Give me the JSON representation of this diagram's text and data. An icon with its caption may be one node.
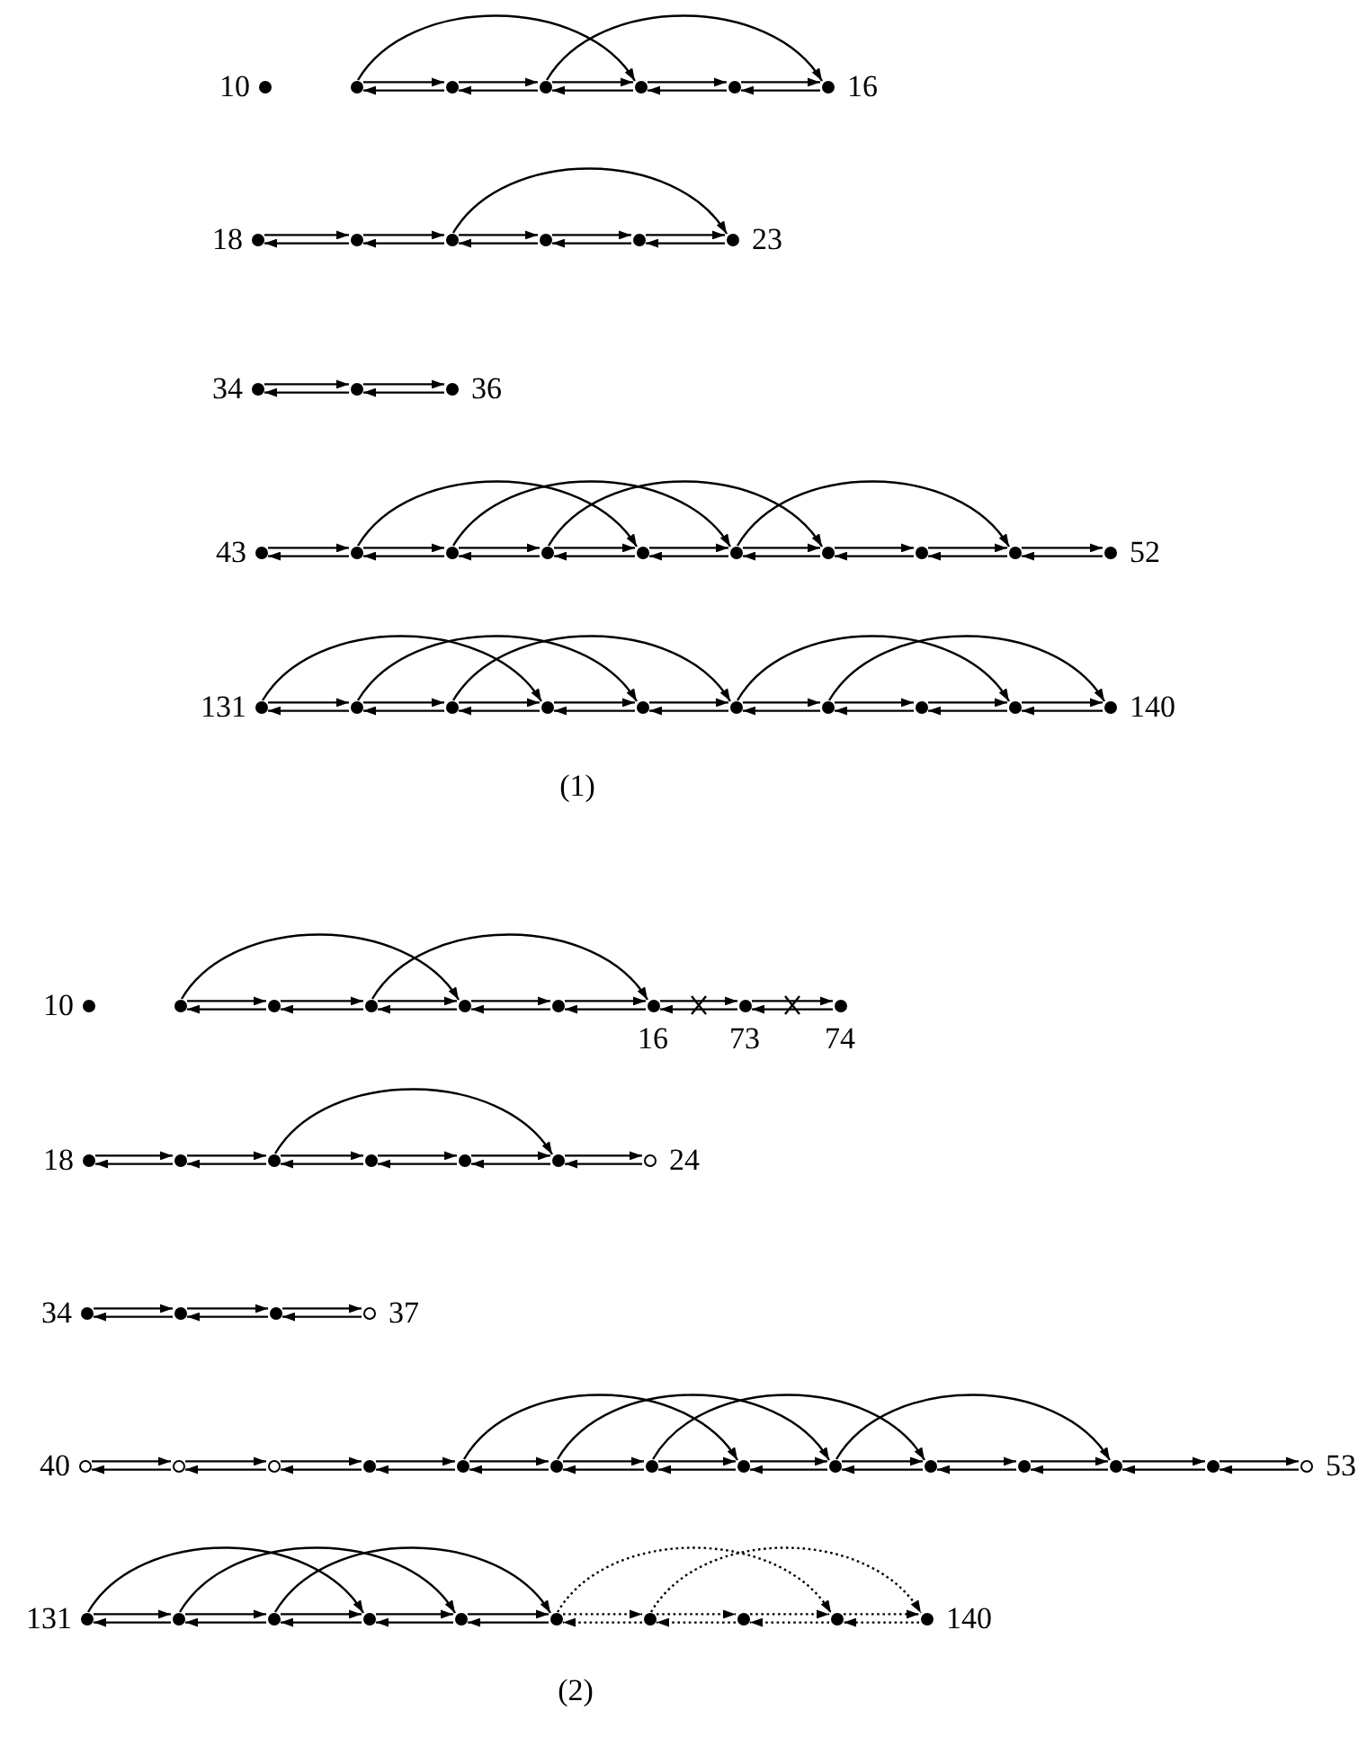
{
  "diagram": {
    "nodes": [
      {
        "text": [],
        "shape": "dot",
        "beside": [
          "10"
        ]
      },
      {
        "text": [],
        "shape": "dot"
      },
      {
        "text": [],
        "shape": "dot"
      },
      {
        "text": [],
        "shape": "dot"
      },
      {
        "text": [],
        "shape": "dot"
      },
      {
        "text": [],
        "shape": "dot"
      },
      {
        "text": [],
        "shape": "dot",
        "beside": [
          "16"
        ]
      },
      {
        "text": [],
        "shape": "dot",
        "beside": [
          "18"
        ]
      },
      {
        "text": [],
        "shape": "dot"
      },
      {
        "text": [],
        "shape": "dot"
      },
      {
        "text": [],
        "shape": "dot"
      },
      {
        "text": [],
        "shape": "dot"
      },
      {
        "text": [],
        "shape": "dot",
        "beside": [
          "23"
        ]
      },
      {
        "text": [],
        "shape": "dot",
        "beside": [
          "34"
        ]
      },
      {
        "text": [],
        "shape": "dot"
      },
      {
        "text": [],
        "shape": "dot",
        "beside": [
          "36"
        ]
      },
      {
        "text": [],
        "shape": "dot",
        "beside": [
          "43"
        ]
      },
      {
        "text": [],
        "shape": "dot"
      },
      {
        "text": [],
        "shape": "dot"
      },
      {
        "text": [],
        "shape": "dot"
      },
      {
        "text": [],
        "shape": "dot"
      },
      {
        "text": [],
        "shape": "dot"
      },
      {
        "text": [],
        "shape": "dot"
      },
      {
        "text": [],
        "shape": "dot"
      },
      {
        "text": [],
        "shape": "dot"
      },
      {
        "text": [],
        "shape": "dot",
        "beside": [
          "52"
        ]
      },
      {
        "text": [],
        "shape": "dot",
        "beside": [
          "131"
        ]
      },
      {
        "text": [],
        "shape": "dot"
      },
      {
        "text": [],
        "shape": "dot"
      },
      {
        "text": [],
        "shape": "dot"
      },
      {
        "text": [],
        "shape": "dot"
      },
      {
        "text": [],
        "shape": "dot"
      },
      {
        "text": [],
        "shape": "dot"
      },
      {
        "text": [],
        "shape": "dot"
      },
      {
        "text": [],
        "shape": "dot"
      },
      {
        "text": [],
        "shape": "dot",
        "beside": [
          "140"
        ]
      },
      {
        "text": [],
        "shape": "dot",
        "beside": [
          "10"
        ]
      },
      {
        "text": [],
        "shape": "dot"
      },
      {
        "text": [],
        "shape": "dot"
      },
      {
        "text": [],
        "shape": "dot"
      },
      {
        "text": [],
        "shape": "dot"
      },
      {
        "text": [],
        "shape": "dot"
      },
      {
        "text": [],
        "shape": "dot",
        "beside": [
          "16"
        ]
      },
      {
        "text": [],
        "shape": "dot",
        "beside": [
          "73"
        ]
      },
      {
        "text": [],
        "shape": "dot",
        "beside": [
          "74"
        ]
      },
      {
        "text": [],
        "shape": "dot",
        "beside": [
          "18"
        ]
      },
      {
        "text": [],
        "shape": "dot"
      },
      {
        "text": [],
        "shape": "dot"
      },
      {
        "text": [],
        "shape": "dot"
      },
      {
        "text": [],
        "shape": "dot"
      },
      {
        "text": [],
        "shape": "dot"
      },
      {
        "text": [],
        "shape": "circle",
        "beside": [
          "24"
        ]
      },
      {
        "text": [],
        "shape": "dot",
        "beside": [
          "34"
        ]
      },
      {
        "text": [],
        "shape": "dot"
      },
      {
        "text": [],
        "shape": "dot"
      },
      {
        "text": [],
        "shape": "circle",
        "beside": [
          "37"
        ]
      },
      {
        "text": [],
        "shape": "circle",
        "beside": [
          "40"
        ]
      },
      {
        "text": [],
        "shape": "circle"
      },
      {
        "text": [],
        "shape": "circle"
      },
      {
        "text": [],
        "shape": "dot"
      },
      {
        "text": [],
        "shape": "dot"
      },
      {
        "text": [],
        "shape": "dot"
      },
      {
        "text": [],
        "shape": "dot"
      },
      {
        "text": [],
        "shape": "dot"
      },
      {
        "text": [],
        "shape": "dot"
      },
      {
        "text": [],
        "shape": "dot"
      },
      {
        "text": [],
        "shape": "dot"
      },
      {
        "text": [],
        "shape": "dot"
      },
      {
        "text": [],
        "shape": "dot"
      },
      {
        "text": [],
        "shape": "circle",
        "beside": [
          "53"
        ]
      },
      {
        "text": [],
        "shape": "dot",
        "beside": [
          "131"
        ]
      },
      {
        "text": [],
        "shape": "dot"
      },
      {
        "text": [],
        "shape": "dot"
      },
      {
        "text": [],
        "shape": "dot"
      },
      {
        "text": [],
        "shape": "dot"
      },
      {
        "text": [],
        "shape": "dot"
      },
      {
        "text": [],
        "shape": "dot"
      },
      {
        "text": [],
        "shape": "dot"
      },
      {
        "text": [],
        "shape": "dot"
      },
      {
        "text": [],
        "shape": "dot",
        "beside": [
          "140"
        ]
      }
    ],
    "edges": [
      {
        "from": 1,
        "to": 2,
        "arrow": "to"
      },
      {
        "from": 2,
        "to": 1,
        "arrow": "to"
      },
      {
        "from": 2,
        "to": 3,
        "arrow": "to"
      },
      {
        "from": 3,
        "to": 2,
        "arrow": "to"
      },
      {
        "from": 3,
        "to": 4,
        "arrow": "to"
      },
      {
        "from": 4,
        "to": 3,
        "arrow": "to"
      },
      {
        "from": 4,
        "to": 5,
        "arrow": "to"
      },
      {
        "from": 5,
        "to": 4,
        "arrow": "to"
      },
      {
        "from": 5,
        "to": 6,
        "arrow": "to"
      },
      {
        "from": 6,
        "to": 5,
        "arrow": "to"
      },
      {
        "from": 1,
        "to": 4,
        "arrow": "to"
      },
      {
        "from": 3,
        "to": 6,
        "arrow": "to"
      },
      {
        "from": 7,
        "to": 8,
        "arrow": "to"
      },
      {
        "from": 8,
        "to": 7,
        "arrow": "to"
      },
      {
        "from": 8,
        "to": 9,
        "arrow": "to"
      },
      {
        "from": 9,
        "to": 8,
        "arrow": "to"
      },
      {
        "from": 9,
        "to": 10,
        "arrow": "to"
      },
      {
        "from": 10,
        "to": 9,
        "arrow": "to"
      },
      {
        "from": 10,
        "to": 11,
        "arrow": "to"
      },
      {
        "from": 11,
        "to": 10,
        "arrow": "to"
      },
      {
        "from": 11,
        "to": 12,
        "arrow": "to"
      },
      {
        "from": 12,
        "to": 11,
        "arrow": "to"
      },
      {
        "from": 9,
        "to": 12,
        "arrow": "to"
      },
      {
        "from": 13,
        "to": 14,
        "arrow": "to"
      },
      {
        "from": 14,
        "to": 13,
        "arrow": "to"
      },
      {
        "from": 14,
        "to": 15,
        "arrow": "to"
      },
      {
        "from": 15,
        "to": 14,
        "arrow": "to"
      },
      {
        "from": 16,
        "to": 17,
        "arrow": "to"
      },
      {
        "from": 17,
        "to": 16,
        "arrow": "to"
      },
      {
        "from": 17,
        "to": 18,
        "arrow": "to"
      },
      {
        "from": 18,
        "to": 17,
        "arrow": "to"
      },
      {
        "from": 18,
        "to": 19,
        "arrow": "to"
      },
      {
        "from": 19,
        "to": 18,
        "arrow": "to"
      },
      {
        "from": 19,
        "to": 20,
        "arrow": "to"
      },
      {
        "from": 20,
        "to": 19,
        "arrow": "to"
      },
      {
        "from": 20,
        "to": 21,
        "arrow": "to"
      },
      {
        "from": 21,
        "to": 20,
        "arrow": "to"
      },
      {
        "from": 21,
        "to": 22,
        "arrow": "to"
      },
      {
        "from": 22,
        "to": 21,
        "arrow": "to"
      },
      {
        "from": 22,
        "to": 23,
        "arrow": "to"
      },
      {
        "from": 23,
        "to": 22,
        "arrow": "to"
      },
      {
        "from": 23,
        "to": 24,
        "arrow": "to"
      },
      {
        "from": 24,
        "to": 23,
        "arrow": "to"
      },
      {
        "from": 24,
        "to": 25,
        "arrow": "to"
      },
      {
        "from": 25,
        "to": 24,
        "arrow": "to"
      },
      {
        "from": 17,
        "to": 20,
        "arrow": "to"
      },
      {
        "from": 18,
        "to": 21,
        "arrow": "to"
      },
      {
        "from": 19,
        "to": 22,
        "arrow": "to"
      },
      {
        "from": 21,
        "to": 24,
        "arrow": "to"
      },
      {
        "from": 26,
        "to": 27,
        "arrow": "to"
      },
      {
        "from": 27,
        "to": 26,
        "arrow": "to"
      },
      {
        "from": 27,
        "to": 28,
        "arrow": "to"
      },
      {
        "from": 28,
        "to": 27,
        "arrow": "to"
      },
      {
        "from": 28,
        "to": 29,
        "arrow": "to"
      },
      {
        "from": 29,
        "to": 28,
        "arrow": "to"
      },
      {
        "from": 29,
        "to": 30,
        "arrow": "to"
      },
      {
        "from": 30,
        "to": 29,
        "arrow": "to"
      },
      {
        "from": 30,
        "to": 31,
        "arrow": "to"
      },
      {
        "from": 31,
        "to": 30,
        "arrow": "to"
      },
      {
        "from": 31,
        "to": 32,
        "arrow": "to"
      },
      {
        "from": 32,
        "to": 31,
        "arrow": "to"
      },
      {
        "from": 32,
        "to": 33,
        "arrow": "to"
      },
      {
        "from": 33,
        "to": 32,
        "arrow": "to"
      },
      {
        "from": 33,
        "to": 34,
        "arrow": "to"
      },
      {
        "from": 34,
        "to": 33,
        "arrow": "to"
      },
      {
        "from": 34,
        "to": 35,
        "arrow": "to"
      },
      {
        "from": 35,
        "to": 34,
        "arrow": "to"
      },
      {
        "from": 26,
        "to": 29,
        "arrow": "to"
      },
      {
        "from": 27,
        "to": 30,
        "arrow": "to"
      },
      {
        "from": 28,
        "to": 31,
        "arrow": "to"
      },
      {
        "from": 31,
        "to": 34,
        "arrow": "to"
      },
      {
        "from": 32,
        "to": 35,
        "arrow": "to"
      },
      {
        "from": 37,
        "to": 38,
        "arrow": "to"
      },
      {
        "from": 38,
        "to": 37,
        "arrow": "to"
      },
      {
        "from": 38,
        "to": 39,
        "arrow": "to"
      },
      {
        "from": 39,
        "to": 38,
        "arrow": "to"
      },
      {
        "from": 39,
        "to": 40,
        "arrow": "to"
      },
      {
        "from": 40,
        "to": 39,
        "arrow": "to"
      },
      {
        "from": 40,
        "to": 41,
        "arrow": "to"
      },
      {
        "from": 41,
        "to": 40,
        "arrow": "to"
      },
      {
        "from": 41,
        "to": 42,
        "arrow": "to"
      },
      {
        "from": 42,
        "to": 41,
        "arrow": "to"
      },
      {
        "from": 42,
        "to": 43,
        "arrow": "to"
      },
      {
        "from": 43,
        "to": 42,
        "arrow": "to"
      },
      {
        "from": 43,
        "to": 44,
        "arrow": "to"
      },
      {
        "from": 44,
        "to": 43,
        "arrow": "to"
      },
      {
        "from": 37,
        "to": 40,
        "arrow": "to"
      },
      {
        "from": 39,
        "to": 42,
        "arrow": "to"
      },
      {
        "from": 45,
        "to": 46,
        "arrow": "to"
      },
      {
        "from": 46,
        "to": 45,
        "arrow": "to"
      },
      {
        "from": 46,
        "to": 47,
        "arrow": "to"
      },
      {
        "from": 47,
        "to": 46,
        "arrow": "to"
      },
      {
        "from": 47,
        "to": 48,
        "arrow": "to"
      },
      {
        "from": 48,
        "to": 47,
        "arrow": "to"
      },
      {
        "from": 48,
        "to": 49,
        "arrow": "to"
      },
      {
        "from": 49,
        "to": 48,
        "arrow": "to"
      },
      {
        "from": 49,
        "to": 50,
        "arrow": "to"
      },
      {
        "from": 50,
        "to": 49,
        "arrow": "to"
      },
      {
        "from": 50,
        "to": 51,
        "arrow": "to"
      },
      {
        "from": 51,
        "to": 50,
        "arrow": "to"
      },
      {
        "from": 47,
        "to": 50,
        "arrow": "to"
      },
      {
        "from": 52,
        "to": 53,
        "arrow": "to"
      },
      {
        "from": 53,
        "to": 52,
        "arrow": "to"
      },
      {
        "from": 53,
        "to": 54,
        "arrow": "to"
      },
      {
        "from": 54,
        "to": 53,
        "arrow": "to"
      },
      {
        "from": 54,
        "to": 55,
        "arrow": "to"
      },
      {
        "from": 55,
        "to": 54,
        "arrow": "to"
      },
      {
        "from": 56,
        "to": 57,
        "arrow": "to"
      },
      {
        "from": 57,
        "to": 56,
        "arrow": "to"
      },
      {
        "from": 57,
        "to": 58,
        "arrow": "to"
      },
      {
        "from": 58,
        "to": 57,
        "arrow": "to"
      },
      {
        "from": 58,
        "to": 59,
        "arrow": "to"
      },
      {
        "from": 59,
        "to": 58,
        "arrow": "to"
      },
      {
        "from": 59,
        "to": 60,
        "arrow": "to"
      },
      {
        "from": 60,
        "to": 59,
        "arrow": "to"
      },
      {
        "from": 60,
        "to": 61,
        "arrow": "to"
      },
      {
        "from": 61,
        "to": 60,
        "arrow": "to"
      },
      {
        "from": 61,
        "to": 62,
        "arrow": "to"
      },
      {
        "from": 62,
        "to": 61,
        "arrow": "to"
      },
      {
        "from": 62,
        "to": 63,
        "arrow": "to"
      },
      {
        "from": 63,
        "to": 62,
        "arrow": "to"
      },
      {
        "from": 63,
        "to": 64,
        "arrow": "to"
      },
      {
        "from": 64,
        "to": 63,
        "arrow": "to"
      },
      {
        "from": 64,
        "to": 65,
        "arrow": "to"
      },
      {
        "from": 65,
        "to": 64,
        "arrow": "to"
      },
      {
        "from": 65,
        "to": 66,
        "arrow": "to"
      },
      {
        "from": 66,
        "to": 65,
        "arrow": "to"
      },
      {
        "from": 66,
        "to": 67,
        "arrow": "to"
      },
      {
        "from": 67,
        "to": 66,
        "arrow": "to"
      },
      {
        "from": 67,
        "to": 68,
        "arrow": "to"
      },
      {
        "from": 68,
        "to": 67,
        "arrow": "to"
      },
      {
        "from": 68,
        "to": 69,
        "arrow": "to"
      },
      {
        "from": 69,
        "to": 68,
        "arrow": "to"
      },
      {
        "from": 60,
        "to": 63,
        "arrow": "to"
      },
      {
        "from": 61,
        "to": 64,
        "arrow": "to"
      },
      {
        "from": 62,
        "to": 65,
        "arrow": "to"
      },
      {
        "from": 64,
        "to": 67,
        "arrow": "to"
      },
      {
        "from": 70,
        "to": 71,
        "arrow": "to"
      },
      {
        "from": 71,
        "to": 70,
        "arrow": "to"
      },
      {
        "from": 71,
        "to": 72,
        "arrow": "to"
      },
      {
        "from": 72,
        "to": 71,
        "arrow": "to"
      },
      {
        "from": 72,
        "to": 73,
        "arrow": "to"
      },
      {
        "from": 73,
        "to": 72,
        "arrow": "to"
      },
      {
        "from": 73,
        "to": 74,
        "arrow": "to"
      },
      {
        "from": 74,
        "to": 73,
        "arrow": "to"
      },
      {
        "from": 74,
        "to": 75,
        "arrow": "to"
      },
      {
        "from": 75,
        "to": 74,
        "arrow": "to"
      },
      {
        "from": 75,
        "to": 76,
        "arrow": "to",
        "style": "dashed"
      },
      {
        "from": 76,
        "to": 75,
        "arrow": "to",
        "style": "dashed"
      },
      {
        "from": 76,
        "to": 77,
        "arrow": "to",
        "style": "dashed"
      },
      {
        "from": 77,
        "to": 76,
        "arrow": "to",
        "style": "dashed"
      },
      {
        "from": 77,
        "to": 78,
        "arrow": "to",
        "style": "dashed"
      },
      {
        "from": 78,
        "to": 77,
        "arrow": "to",
        "style": "dashed"
      },
      {
        "from": 78,
        "to": 79,
        "arrow": "to",
        "style": "dashed"
      },
      {
        "from": 79,
        "to": 78,
        "arrow": "to",
        "style": "dashed"
      },
      {
        "from": 70,
        "to": 73,
        "arrow": "to"
      },
      {
        "from": 71,
        "to": 74,
        "arrow": "to"
      },
      {
        "from": 72,
        "to": 75,
        "arrow": "to"
      },
      {
        "from": 75,
        "to": 78,
        "arrow": "to",
        "style": "dashed"
      },
      {
        "from": 76,
        "to": 79,
        "arrow": "to",
        "style": "dashed"
      }
    ],
    "labels": [
      "(1)",
      "(2)"
    ]
  }
}
